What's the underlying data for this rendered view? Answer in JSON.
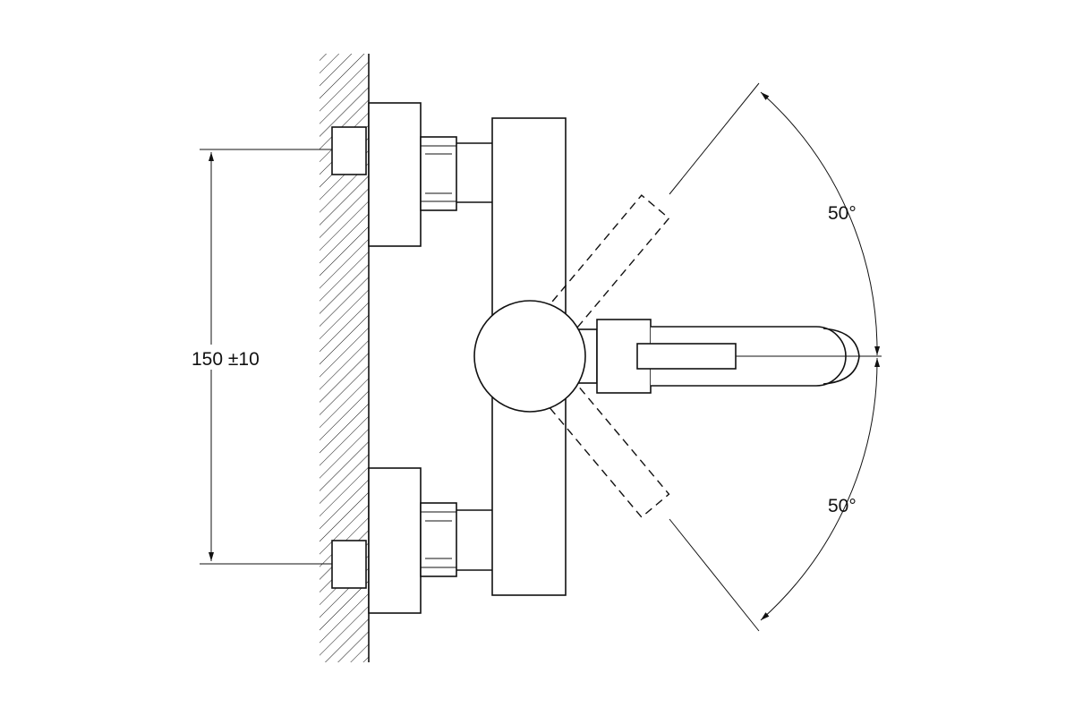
{
  "drawing": {
    "dimensions": {
      "vertical_spacing": "150 ±10",
      "angle_upper": "50°",
      "angle_lower": "50°"
    },
    "ink_color": "#111111",
    "background_color": "#ffffff"
  }
}
